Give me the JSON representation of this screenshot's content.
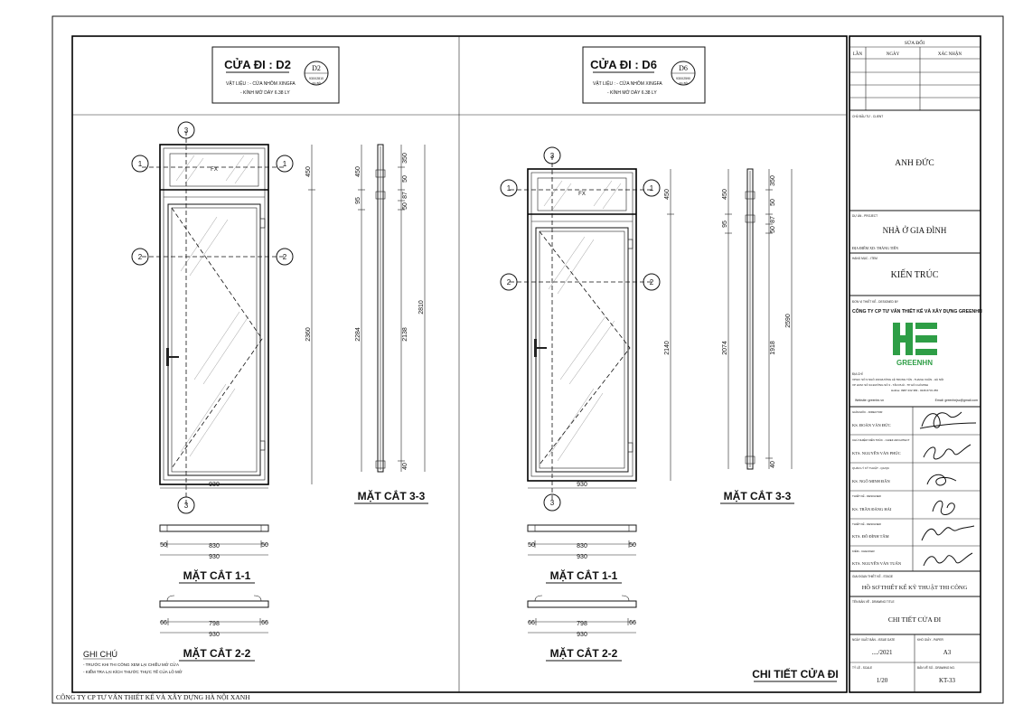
{
  "footer_text": "CÔNG TY CP TƯ VẤN THIẾT KẾ VÀ XÂY DỰNG HÀ NỘI XANH",
  "doors": [
    {
      "title": "CỬA ĐI : D2",
      "tag_code": "D2",
      "tag_size": "930X2810",
      "tag_sub": "x01 BỘ",
      "material_1": "VẬT LIỆU : - CỬA NHÔM XINGFA",
      "material_2": "- KÍNH MỜ DÀY 6.38 LY",
      "fx_label": "FX",
      "width_dim": "930",
      "transom_dim": "450",
      "leaf_dim": "2360",
      "section33": {
        "top": "450",
        "mid": "95",
        "full": "2284",
        "d350": "350",
        "d50a": "50",
        "d87": "87",
        "d50b": "50",
        "total": "2810",
        "inner": "2138",
        "d40": "40"
      },
      "s11": {
        "d50a": "50",
        "d830": "830",
        "d50b": "50",
        "d930": "930"
      },
      "s22": {
        "d66a": "66",
        "d798": "798",
        "d66b": "66",
        "d930": "930"
      }
    },
    {
      "title": "CỬA ĐI : D6",
      "tag_code": "D6",
      "tag_size": "930X2590",
      "tag_sub": "x01 BỘ",
      "material_1": "VẬT LIỆU : - CỬA NHÔM XINGFA",
      "material_2": "- KÍNH MỜ DÀY 6.38 LY",
      "fx_label": "FX",
      "width_dim": "930",
      "transom_dim": "450",
      "leaf_dim": "2140",
      "section33": {
        "top": "450",
        "mid": "95",
        "full": "2074",
        "d350": "350",
        "d50a": "50",
        "d87": "87",
        "d50b": "50",
        "total": "2590",
        "inner": "1918",
        "d40": "40"
      },
      "s11": {
        "d50a": "50",
        "d830": "830",
        "d50b": "50",
        "d930": "930"
      },
      "s22": {
        "d66a": "66",
        "d798": "798",
        "d66b": "66",
        "d930": "930"
      }
    }
  ],
  "section_titles": {
    "s33": "MẶT CẮT 3-3",
    "s11": "MẶT CẮT 1-1",
    "s22": "MẶT CẮT 2-2"
  },
  "markers": {
    "m1": "1",
    "m2": "2",
    "m3": "3"
  },
  "notes": {
    "title": "GHI CHÚ",
    "line1": "- TRƯỚC KHI THI CÔNG XEM LẠI CHIỀU MỞ CỬA",
    "line2": "- KIỂM TRA LẠI KÍCH THƯỚC THỰC TẾ CỦA LỖ MỞ"
  },
  "drawing_title": "CHI TIẾT CỬA ĐI",
  "title_block": {
    "revision_header": "SỬA ĐỔI",
    "rev_col1": "LẦN",
    "rev_col2": "NGÀY",
    "rev_col3": "XÁC NHẬN",
    "owner_label": "CHỦ ĐẦU TƯ - CLIENT",
    "owner": "ANH ĐỨC",
    "project_label": "DỰ ÁN - PROJECT",
    "project": "NHÀ Ở GIA ĐÌNH",
    "location": "ĐỊA ĐIỂM XD: THĂNG TIẾN",
    "item_label": "HẠNG MỤC - ITEM",
    "item": "KIẾN TRÚC",
    "designer_label": "ĐƠN VỊ THIẾT KẾ - DESIGNED BY",
    "company": "CÔNG TY CP TƯ VẤN THIẾT KẾ VÀ XÂY DỰNG GREENHN",
    "logo_text": "GREENHN",
    "addr_label": "ĐỊA CHỈ",
    "addr1": "VPGD: SỐ 9 NGÕ 190 ĐƯỜNG LÊ TRỌNG TẤN - THANH XUÂN - HÀ NỘI",
    "addr2": "VP HCM: SỐ 34 ĐƯỜNG SỐ 3 - TÂN PHÚ - TP HỒ CHÍ MINH",
    "hotline": "Hotline: 0987 232 383 - 0246.6731 256",
    "website": "Website: greenhn.vn",
    "email": "Email: greenhnjsc@gmail.com",
    "signers": [
      {
        "role": "GIÁM ĐỐC - DIRECTOR",
        "name": "KS. ĐOÀN VĂN ĐỨC"
      },
      {
        "role": "CHỦ NHIỆM KIẾN TRÚC - CHIEF ARCHITECT",
        "name": "KTS. NGUYỄN VĂN PHÚC"
      },
      {
        "role": "QUẢN LÝ KỸ THUẬT - QA/QC",
        "name": "KS. NGÔ MINH ĐÂN"
      },
      {
        "role": "THIẾT KẾ - DESIGNER",
        "name": "KS. TRẦN ĐĂNG HẢI"
      },
      {
        "role": "THIẾT KẾ - DESIGNER",
        "name": "KTS. ĐỖ ĐÌNH TÂM"
      },
      {
        "role": "KIỂM - CHECKER",
        "name": "KTS. NGUYỄN VĂN TUẤN"
      }
    ],
    "stage_label": "GIAI ĐOẠN THIẾT KẾ - STAGE",
    "stage": "HỒ SƠ THIẾT KẾ KỸ THUẬT THI CÔNG",
    "drawing_label": "TÊN BẢN VẼ - DRAWING TITLE",
    "drawing_name": "CHI TIẾT CỬA ĐI",
    "date_label": "NGÀY XUẤT BẢN - ISSUE DATE",
    "date": "..../2021",
    "size_label": "KHỔ GIẤY - PAPER",
    "size": "A3",
    "scale_label": "TỶ LỆ - SCALE",
    "scale": "1/20",
    "sheet_label": "BẢN VẼ SỐ - DRAWING NO.",
    "sheet": "KT-33"
  },
  "colors": {
    "logo_green": "#2e9e46",
    "ink": "#111111"
  }
}
